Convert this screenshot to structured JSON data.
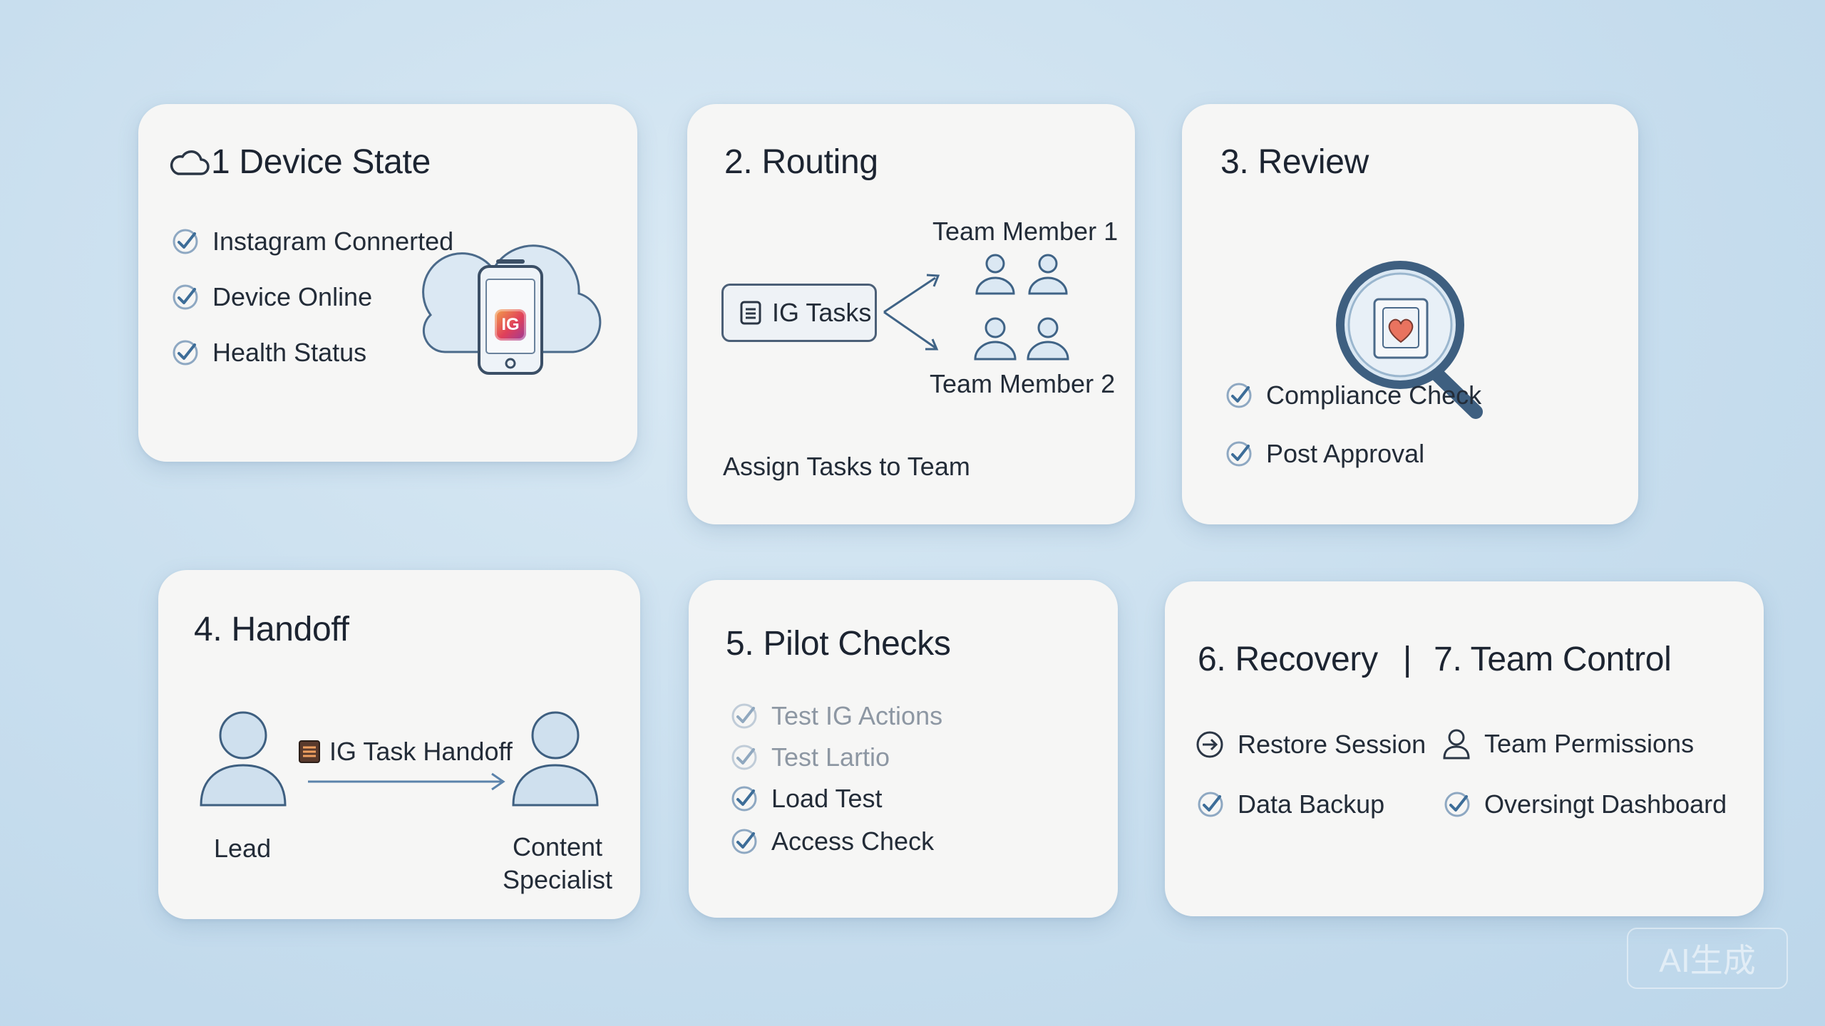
{
  "cards": {
    "device_state": {
      "title": "1 Device State",
      "items": [
        "Instagram Connerted",
        "Device Online",
        "Health Status"
      ],
      "badge": "IG"
    },
    "routing": {
      "title": "2. Routing",
      "task_box": "IG Tasks",
      "member_1": "Team Member 1",
      "member_2": "Team Member 2",
      "caption": "Assign Tasks to Team"
    },
    "review": {
      "title": "3. Review",
      "items": [
        "Compliance Check",
        "Post Approval"
      ]
    },
    "handoff": {
      "title": "4. Handoff",
      "handoff_label": "IG Task Handoff",
      "from": "Lead",
      "to_line1": "Content",
      "to_line2": "Specialist"
    },
    "pilot_checks": {
      "title": "5. Pilot Checks",
      "items": [
        "Test IG Actions",
        "Test Lartio",
        "Load Test",
        "Access Check"
      ]
    },
    "recovery": {
      "title": "6. Recovery",
      "separator": "|",
      "title_2": "7. Team Control",
      "items": [
        "Restore Session",
        "Team Permissions",
        "Data Backup",
        "Oversingt Dashboard"
      ]
    }
  },
  "watermark": "AI生成",
  "colors": {
    "background": "#c8deee",
    "card": "#f6f6f5",
    "check": "#3d6d98",
    "icon_stroke": "#4b6a8a",
    "icon_fill": "#cfe0ee",
    "heart": "#e9735f"
  }
}
